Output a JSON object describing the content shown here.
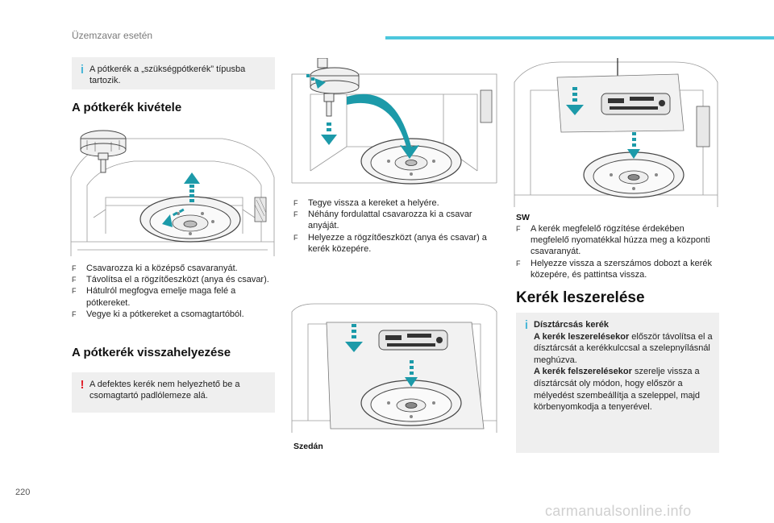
{
  "header": {
    "section_title": "Üzemzavar esetén",
    "accent_color": "#4cc7dd"
  },
  "page_number": "220",
  "watermark": "carmanualsonline.info",
  "col1": {
    "note_info": "A pótkerék a „szükségpótkerék” típusba tartozik.",
    "removal_heading": "A pótkerék kivétele",
    "removal_steps": [
      "Csavarozza ki a középső csavaranyát.",
      "Távolítsa el a rögzítőeszközt (anya és csavar).",
      "Hátulról megfogva emelje maga felé a pótkereket.",
      "Vegye ki a pótkereket a csomagtartóból."
    ],
    "refit_heading": "A pótkerék visszahelyezése",
    "note_warning": "A defektes kerék nem helyezhető be a csomagtartó padlólemeze alá."
  },
  "col2": {
    "refit_steps": [
      "Tegye vissza a kereket a helyére.",
      "Néhány fordulattal csavarozza ki a csavar anyáját.",
      "Helyezze a rögzítőeszközt (anya és csavar) a kerék közepére."
    ],
    "sedan_label": "Szedán"
  },
  "col3": {
    "sw_label": "SW",
    "sw_steps": [
      "A kerék megfelelő rögzítése érdekében megfelelő nyomatékkal húzza meg a központi csavaranyát.",
      "Helyezze vissza a szerszámos dobozt a kerék közepére, és pattintsa vissza."
    ],
    "wheel_removal_heading": "Kerék leszerelése",
    "hubcap_note": {
      "title": "Dísztárcsás kerék",
      "p1_bold": "A kerék leszerelésekor",
      "p1_rest": " először távolítsa el a dísztárcsát a kerékkulccsal a szelepnyílásnál meghúzva.",
      "p2_bold": "A kerék felszerelésekor",
      "p2_rest": " szerelje vissza a dísztárcsát oly módon, hogy először a mélyedést szembeállítja a szeleppel, majd körbenyomkodja a tenyerével."
    }
  },
  "icons": {
    "bullet": "F",
    "info": "i",
    "warning": "!"
  }
}
